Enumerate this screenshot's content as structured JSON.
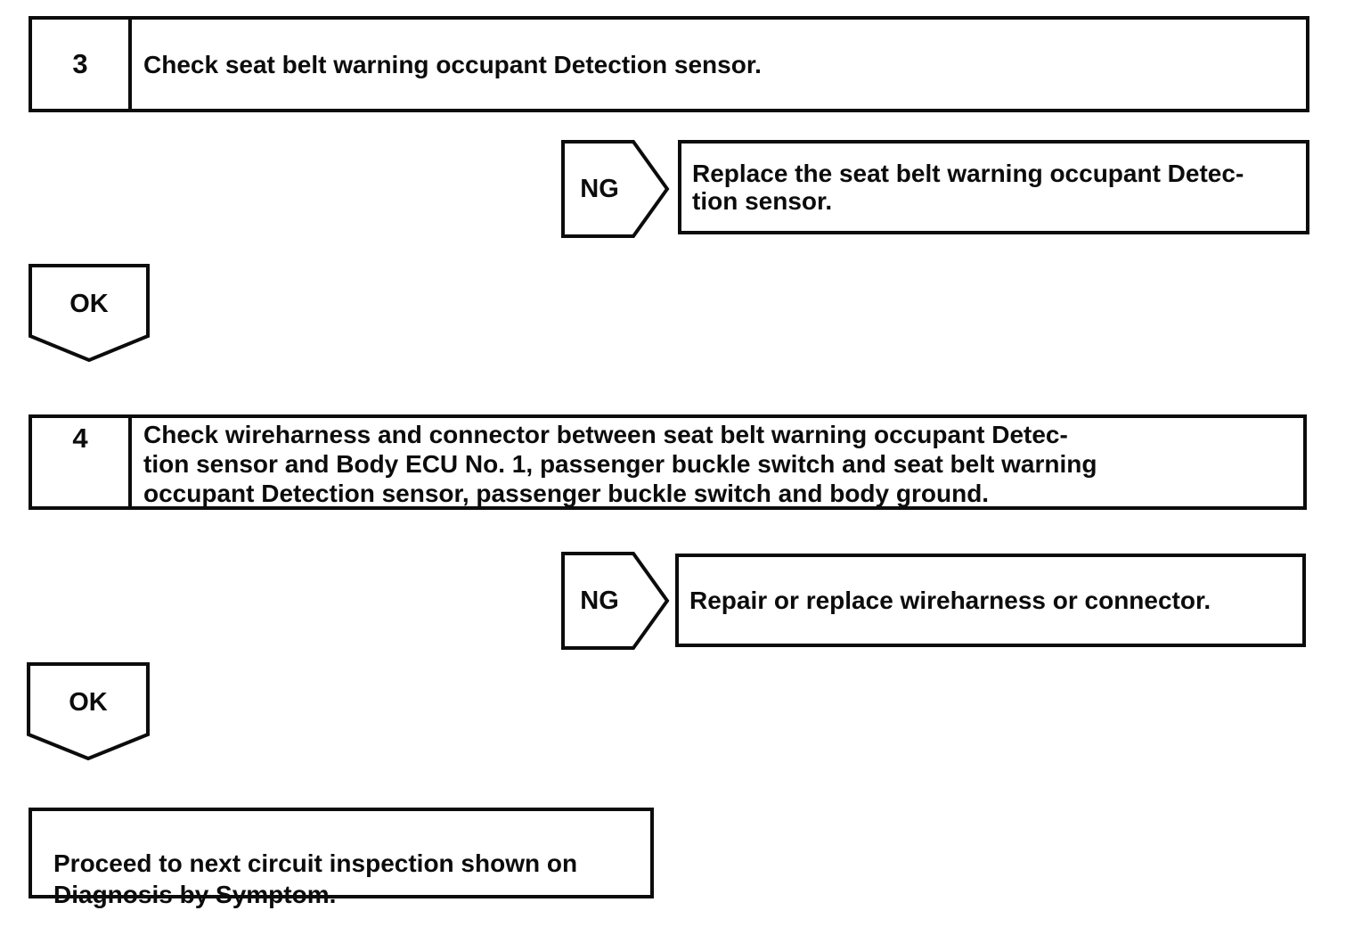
{
  "page": {
    "background": "#ffffff",
    "ink": "#0c0c0c"
  },
  "flowchart": {
    "steps": [
      {
        "number": "3",
        "instruction": "Check seat belt warning occupant Detection sensor."
      },
      {
        "number": "4",
        "instruction": "Check wireharness and connector between seat belt warning occupant Detec-\ntion sensor and Body ECU No. 1, passenger buckle switch and seat belt warning\noccupant Detection sensor, passenger buckle switch and body ground."
      }
    ],
    "connectors": {
      "ng": "NG",
      "ok": "OK"
    },
    "ng_results": [
      {
        "text": "Replace the seat belt warning occupant Detec-\ntion sensor."
      },
      {
        "text": "Repair or replace wireharness or connector."
      }
    ],
    "final_action": "Proceed to next circuit inspection shown on\nDiagnosis by Symptom."
  }
}
